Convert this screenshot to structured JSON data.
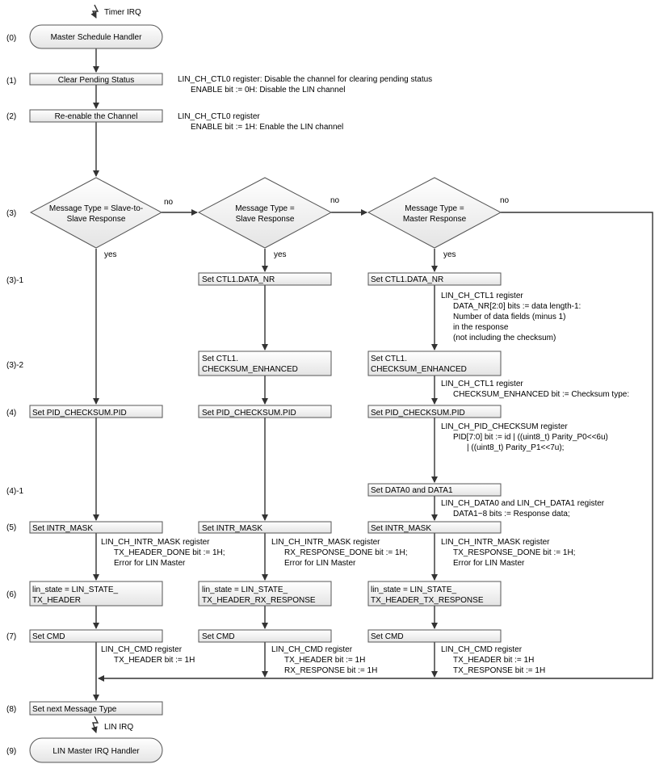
{
  "title": "",
  "irq_in": "Timer IRQ",
  "irq_out": "LIN IRQ",
  "steps": [
    "(0)",
    "(1)",
    "(2)",
    "(3)",
    "(3)-1",
    "(3)-2",
    "(4)",
    "(4)-1",
    "(5)",
    "(6)",
    "(7)",
    "(8)",
    "(9)"
  ],
  "main": {
    "start": "Master Schedule Handler",
    "clear": "Clear Pending Status",
    "reenable": "Re-enable the Channel",
    "next": "Set next Message Type",
    "end": "LIN Master IRQ Handler"
  },
  "decisions": [
    {
      "line1": "Message Type = Slave-to-",
      "line2": "Slave Response",
      "yes": "yes",
      "no": "no"
    },
    {
      "line1": "Message Type =",
      "line2": "Slave Response",
      "yes": "yes",
      "no": "no"
    },
    {
      "line1": "Message Type =",
      "line2": "Master Response",
      "yes": "yes",
      "no": "no"
    }
  ],
  "col1": {
    "pid": "Set PID_CHECKSUM.PID",
    "mask": "Set INTR_MASK",
    "state1": "lin_state = LIN_STATE_",
    "state2": "TX_HEADER",
    "cmd": "Set CMD"
  },
  "col2": {
    "datanr": "Set CTL1.DATA_NR",
    "chk1": "Set CTL1.",
    "chk2": "CHECKSUM_ENHANCED",
    "pid": "Set PID_CHECKSUM.PID",
    "mask": "Set INTR_MASK",
    "state1": "lin_state = LIN_STATE_",
    "state2": "TX_HEADER_RX_RESPONSE",
    "cmd": "Set CMD"
  },
  "col3": {
    "datanr": "Set CTL1.DATA_NR",
    "chk1": "Set CTL1.",
    "chk2": "CHECKSUM_ENHANCED",
    "pid": "Set PID_CHECKSUM.PID",
    "data": "Set DATA0 and DATA1",
    "mask": "Set INTR_MASK",
    "state1": "lin_state = LIN_STATE_",
    "state2": "TX_HEADER_TX_RESPONSE",
    "cmd": "Set CMD"
  },
  "notes": {
    "clear1": "LIN_CH_CTL0 register: Disable the channel for clearing pending status",
    "clear2": "ENABLE bit := 0H: Disable the LIN channel",
    "reen1": "LIN_CH_CTL0 register",
    "reen2": "ENABLE bit := 1H: Enable the LIN channel",
    "datanr1": "LIN_CH_CTL1 register",
    "datanr2": "DATA_NR[2:0] bits := data length-1:",
    "datanr3": "Number of data fields (minus 1)",
    "datanr4": "in the response",
    "datanr5": "(not including the checksum)",
    "chk1": "LIN_CH_CTL1 register",
    "chk2": "CHECKSUM_ENHANCED bit := Checksum type:",
    "pid1": "LIN_CH_PID_CHECKSUM register",
    "pid2": "PID[7:0] bit := id | ((uint8_t) Parity_P0<<6u)",
    "pid3": "| ((uint8_t) Parity_P1<<7u);",
    "data1": "LIN_CH_DATA0 and LIN_CH_DATA1 register",
    "data2": "DATA1~8 bits := Response data;",
    "mask_c1_1": "LIN_CH_INTR_MASK register",
    "mask_c1_2": "TX_HEADER_DONE bit := 1H;",
    "mask_c1_3": "Error for LIN Master",
    "mask_c2_1": "LIN_CH_INTR_MASK register",
    "mask_c2_2": "RX_RESPONSE_DONE bit := 1H;",
    "mask_c2_3": "Error for LIN Master",
    "mask_c3_1": "LIN_CH_INTR_MASK register",
    "mask_c3_2": "TX_RESPONSE_DONE bit := 1H;",
    "mask_c3_3": "Error for LIN Master",
    "cmd_c1_1": "LIN_CH_CMD register",
    "cmd_c1_2": "TX_HEADER bit := 1H",
    "cmd_c2_1": "LIN_CH_CMD register",
    "cmd_c2_2": "TX_HEADER bit := 1H",
    "cmd_c2_3": "RX_RESPONSE bit := 1H",
    "cmd_c3_1": "LIN_CH_CMD register",
    "cmd_c3_2": "TX_HEADER bit := 1H",
    "cmd_c3_3": "TX_RESPONSE bit := 1H"
  }
}
